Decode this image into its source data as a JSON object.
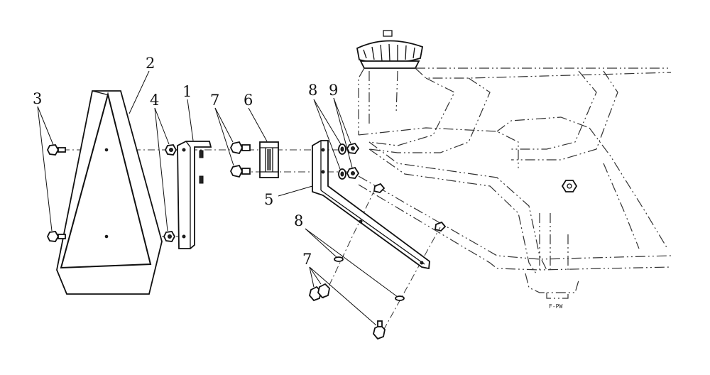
{
  "callouts": [
    {
      "id": "c1",
      "label": "1"
    },
    {
      "id": "c2",
      "label": "2"
    },
    {
      "id": "c3",
      "label": "3"
    },
    {
      "id": "c4",
      "label": "4"
    },
    {
      "id": "c5",
      "label": "5"
    },
    {
      "id": "c6",
      "label": "6"
    },
    {
      "id": "c7a",
      "label": "7"
    },
    {
      "id": "c7b",
      "label": "7"
    },
    {
      "id": "c8a",
      "label": "8"
    },
    {
      "id": "c8b",
      "label": "8"
    },
    {
      "id": "c9",
      "label": "9"
    }
  ],
  "frame_marking": "F-PW",
  "colors": {
    "ink": "#111111",
    "background": "#ffffff"
  }
}
